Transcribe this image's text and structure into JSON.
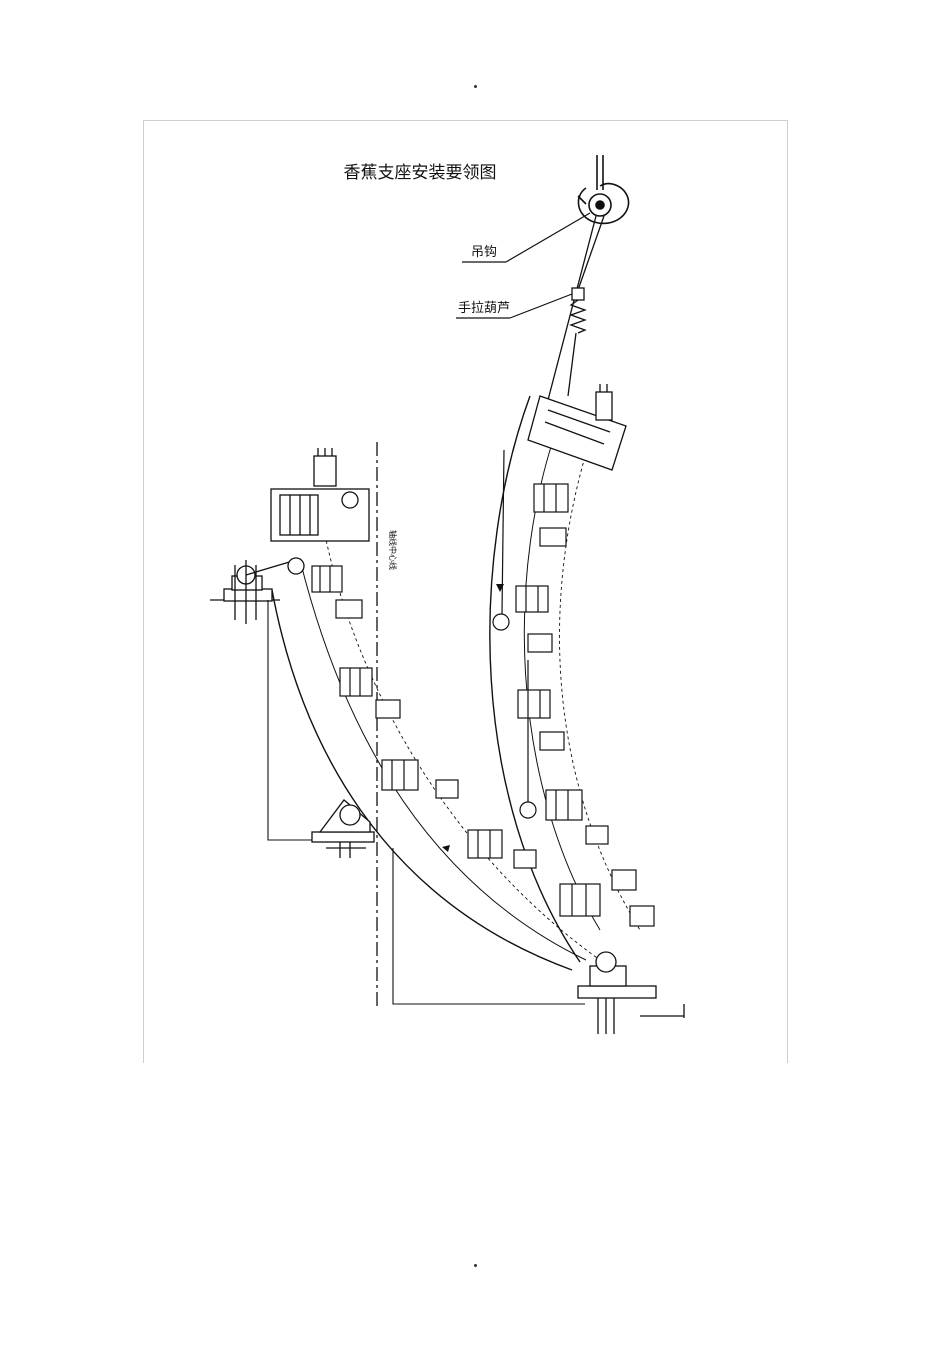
{
  "diagram": {
    "title": "香蕉支座安装要领图",
    "labels": {
      "hook": "吊钩",
      "chain_hoist": "手拉葫芦",
      "centerline": "轴线中心线"
    },
    "icons": [
      "hook-icon",
      "chain-hoist-icon",
      "bracket-icon",
      "pipe-support-icon",
      "plumb-bob-icon"
    ]
  }
}
